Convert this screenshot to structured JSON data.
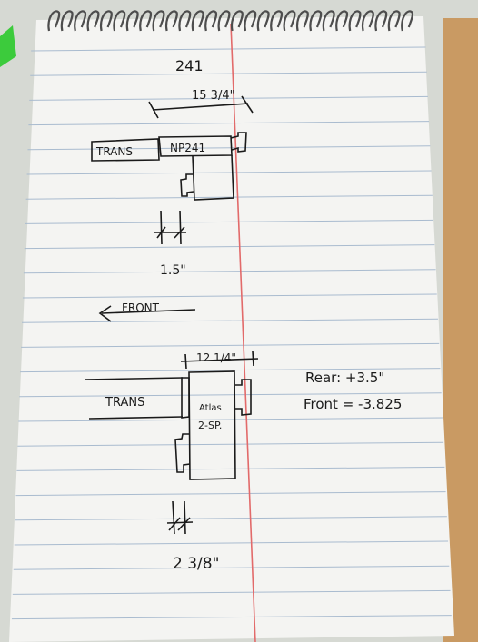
{
  "notes": {
    "top": {
      "title": "241",
      "dimension": "15 3/4\"",
      "trans_label": "TRANS",
      "case_label": "NP241",
      "offset_dimension": "1.5\""
    },
    "direction_label": "FRONT",
    "bottom": {
      "dimension": "12 1/4\"",
      "trans_label": "TRANS",
      "case_label_line1": "Atlas",
      "case_label_line2": "2-SP.",
      "offset_dimension": "2 3/8\""
    },
    "rear_offset": "Rear: +3.5\"",
    "front_offset": "Front = -3.825"
  },
  "colors": {
    "paper": "#f4f4f2",
    "rule_line": "#9fb3c8",
    "margin_line": "#e05a5a",
    "ink": "#1a1a1a",
    "spiral": "#555555"
  }
}
